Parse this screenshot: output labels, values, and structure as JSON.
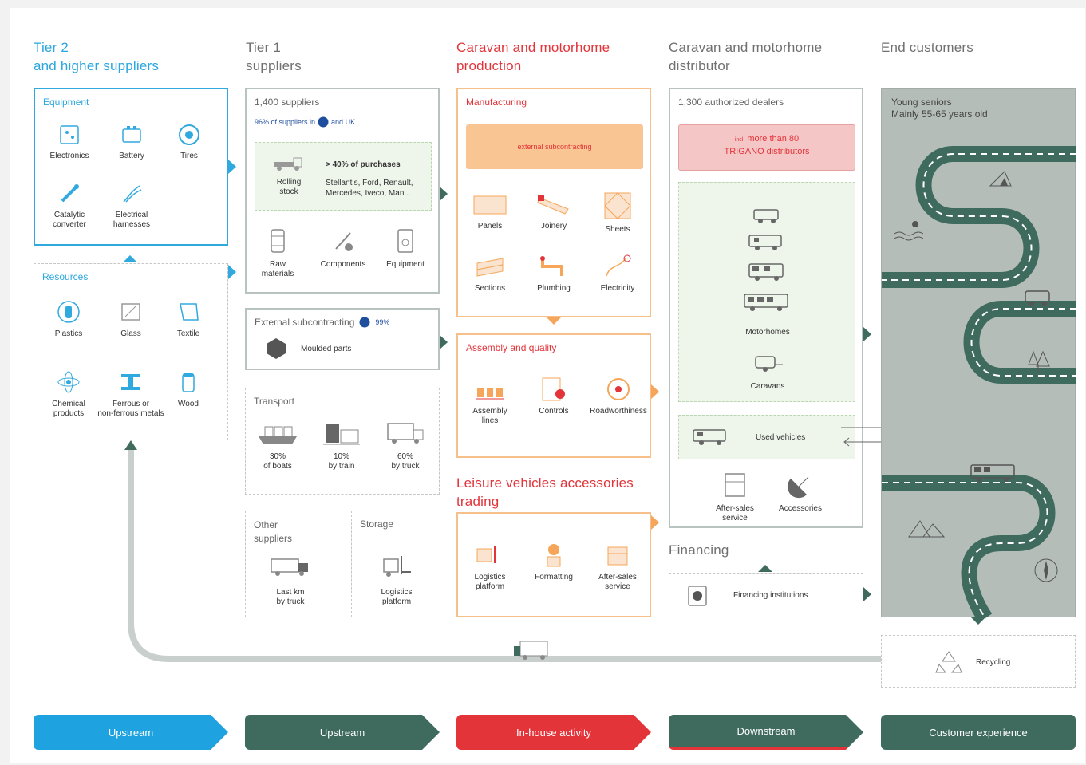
{
  "columns": {
    "tier2": "Tier 2\nand higher suppliers",
    "tier1": "Tier 1\nsuppliers",
    "production": "Caravan and motorhome\nproduction",
    "distributor": "Caravan and motorhome\ndistributor",
    "end": "End customers"
  },
  "equipment": {
    "title": "Equipment",
    "items": [
      "Electronics",
      "Battery",
      "Tires",
      "Catalytic\nconverter",
      "Electrical\nharnesses"
    ]
  },
  "resources": {
    "title": "Resources",
    "items": [
      "Plastics",
      "Glass",
      "Textile",
      "Chemical\nproducts",
      "Ferrous or\nnon-ferrous metals",
      "Wood"
    ]
  },
  "tier1_suppliers": {
    "count": "1,400 suppliers",
    "share_prefix": "96% of suppliers in",
    "share_suffix": "and UK",
    "rolling": "Rolling\nstock",
    "purchases": "> 40% of purchases",
    "brands": "Stellantis, Ford, Renault,\nMercedes, Iveco, Man...",
    "items": [
      "Raw\nmaterials",
      "Components",
      "Equipment"
    ]
  },
  "external": {
    "title": "External subcontracting",
    "pct": "99%",
    "item": "Moulded parts"
  },
  "transport": {
    "title": "Transport",
    "items": [
      "30%\nof boats",
      "10%\nby train",
      "60%\nby truck"
    ]
  },
  "other_suppliers": {
    "title": "Other\nsuppliers",
    "item": "Last km\nby truck"
  },
  "storage": {
    "title": "Storage",
    "item": "Logistics\nplatform"
  },
  "manufacturing": {
    "title": "Manufacturing",
    "banner": "external subcontracting",
    "items": [
      "Panels",
      "Joinery",
      "Sheets",
      "Sections",
      "Plumbing",
      "Electricity"
    ]
  },
  "assembly": {
    "title": "Assembly and quality",
    "items": [
      "Assembly\nlines",
      "Controls",
      "Roadworthiness"
    ]
  },
  "trading": {
    "title": "Leisure vehicles accessories\ntrading",
    "items": [
      "Logistics\nplatform",
      "Formatting",
      "After-sales\nservice"
    ]
  },
  "dealers": {
    "count": "1,300 authorized dealers",
    "banner_prefix": "incl.",
    "banner": "more than 80\nTRIGANO distributors",
    "motorhomes": "Motorhomes",
    "caravans": "Caravans",
    "used": "Used vehicles",
    "after_sales": "After-sales\nservice",
    "accessories": "Accessories"
  },
  "financing": {
    "title": "Financing",
    "item": "Financing institutions"
  },
  "end_customers": {
    "label": "Young seniors\nMainly 55-65 years old"
  },
  "recycling": "Recycling",
  "chevrons": [
    "Upstream",
    "Upstream",
    "In-house activity",
    "Downstream",
    "Customer experience"
  ],
  "colors": {
    "blue": "#2aa7de",
    "red": "#e3343a",
    "green": "#3f6b5e",
    "orange": "#f5a65a",
    "grey_panel": "#b5bdb9"
  }
}
